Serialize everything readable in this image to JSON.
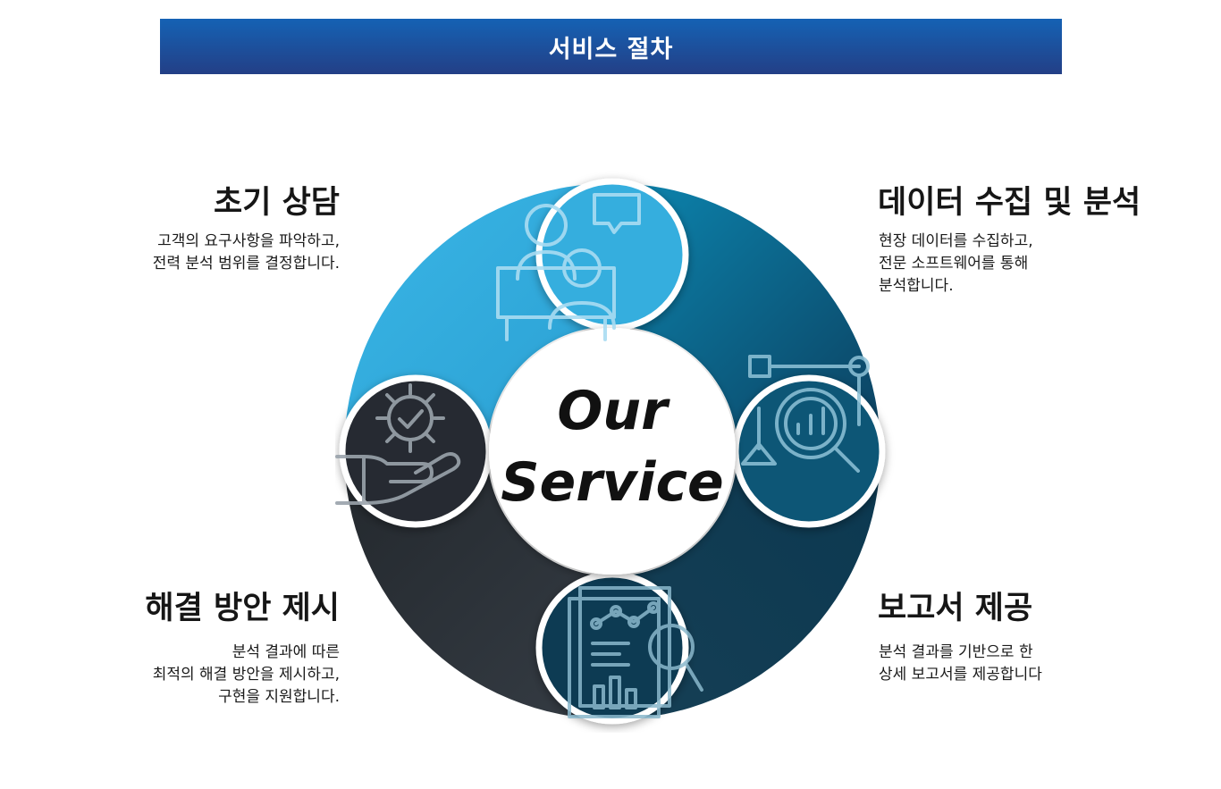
{
  "header": {
    "title": "서비스 절차"
  },
  "center": {
    "line1": "Our",
    "line2": "Service"
  },
  "steps": [
    {
      "title": "초기 상담",
      "desc": [
        "고객의 요구사항을 파악하고,",
        "전력 분석 범위를 결정합니다."
      ],
      "icon": "consultation-icon",
      "color": "#35aede"
    },
    {
      "title": "데이터 수집 및 분석",
      "desc": [
        "현장 데이터를 수집하고,",
        "전문 소프트웨어를 통해",
        "분석합니다."
      ],
      "icon": "data-analysis-icon",
      "color": "#0f5f86"
    },
    {
      "title": "해결 방안 제시",
      "desc": [
        "분석 결과에 따른",
        "최적의 해결 방안을 제시하고,",
        "구현을 지원합니다."
      ],
      "icon": "gear-hand-icon",
      "color": "#2b3138"
    },
    {
      "title": "보고서 제공",
      "desc": [
        "분석 결과를 기반으로 한",
        "상세 보고서를 제공합니다"
      ],
      "icon": "report-icon",
      "color": "#123a52"
    }
  ]
}
